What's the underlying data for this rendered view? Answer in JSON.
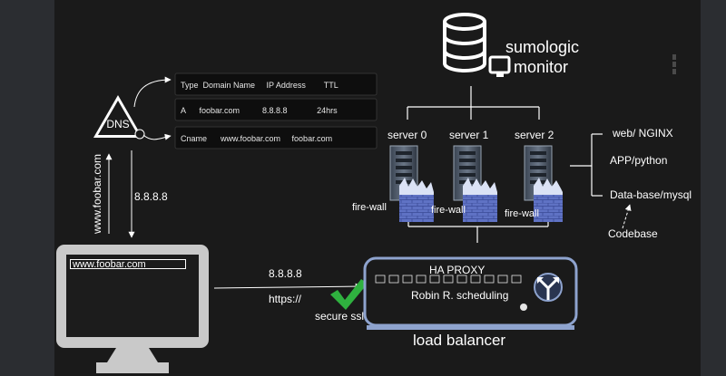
{
  "dns": {
    "label": "DNS",
    "query_label": "www.foobar.com",
    "response_label": "8.8.8.8"
  },
  "dns_table": {
    "header": "Type  Domain Name     IP Address        TTL",
    "row_a": "A      foobar.com          8.8.8.8             24hrs",
    "row_cname": "Cname      www.foobar.com     foobar.com"
  },
  "monitor": {
    "line1": "sumologic",
    "line2": "monitor"
  },
  "servers": [
    "server 0",
    "server 1",
    "server 2"
  ],
  "firewall_label": "fire-wall",
  "stack": {
    "web": "web/ NGINX",
    "app": "APP/python",
    "db": "Data-base/mysql",
    "codebase": "Codebase"
  },
  "client": {
    "url": "www.foobar.com",
    "ip": "8.8.8.8",
    "protocol": "https://",
    "ssl": "secure ssl"
  },
  "load_balancer": {
    "title": "HA PROXY",
    "subtitle": "Robin R. scheduling",
    "label": "load balancer"
  },
  "colors": {
    "panel": "#1a1a1a",
    "outer": "#2b2d31",
    "accent": "#8ea3ce",
    "ssl": "#2fb13f",
    "line": "#ffffff"
  }
}
